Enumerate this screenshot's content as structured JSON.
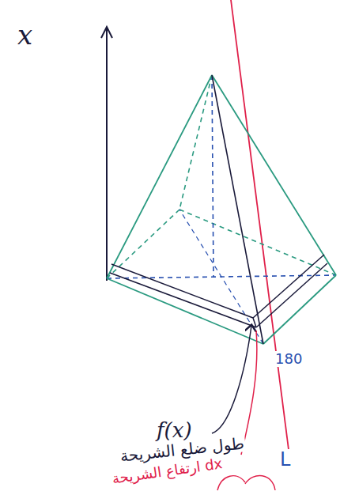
{
  "diagram": {
    "labels": [
      "x",
      "f(x)",
      "طول ضلع الشريحة",
      "ارتفاع الشريحة dx",
      "180",
      "L"
    ]
  }
}
